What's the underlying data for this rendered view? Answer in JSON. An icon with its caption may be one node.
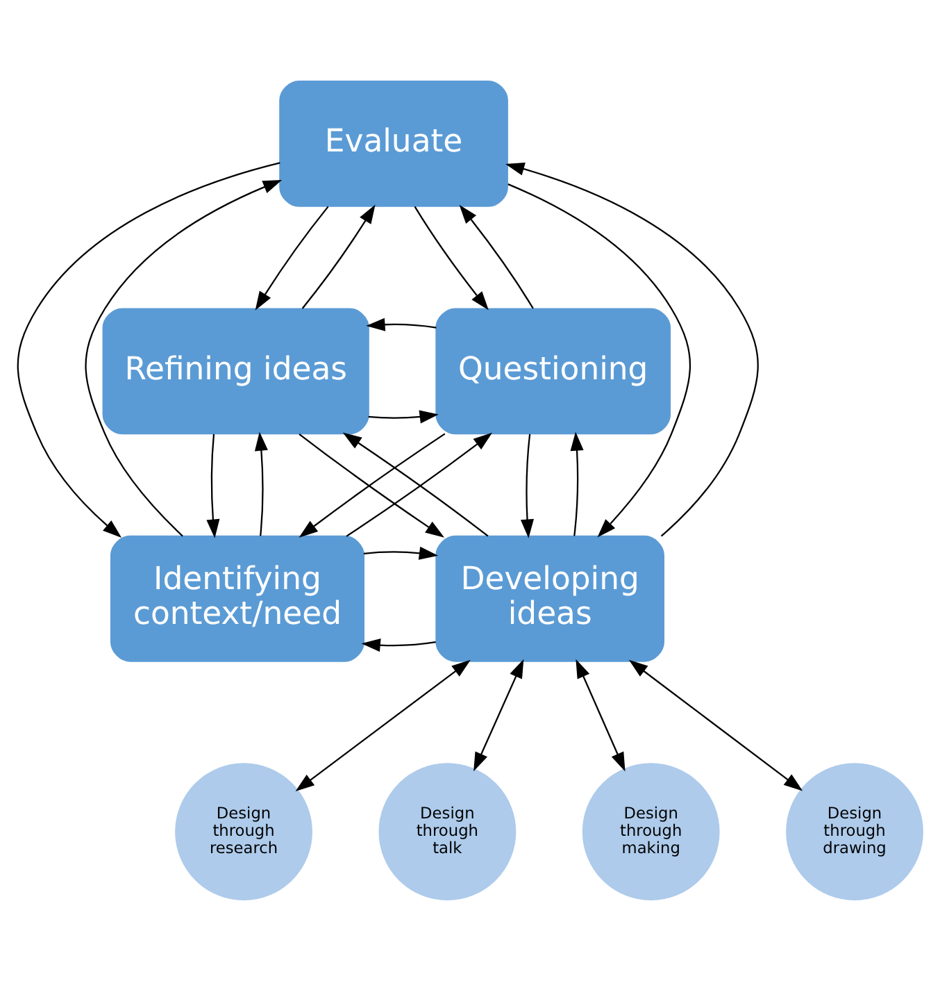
{
  "diagram": {
    "nodes": [
      {
        "text": [
          "Evaluate"
        ]
      },
      {
        "text": [
          "Refining ideas"
        ]
      },
      {
        "text": [
          "Questioning"
        ]
      },
      {
        "text": [
          "Identifying context/need"
        ]
      },
      {
        "text": [
          "Developing ideas"
        ]
      },
      {
        "text": [
          "Design through research"
        ]
      },
      {
        "text": [
          "Design through talk"
        ]
      },
      {
        "text": [
          "Design through making"
        ]
      },
      {
        "text": [
          "Design through drawing"
        ]
      }
    ],
    "edges": [
      {
        "from": 1,
        "to": 0,
        "arrow": "to"
      },
      {
        "from": 0,
        "to": 1,
        "arrow": "to"
      },
      {
        "from": 3,
        "to": 0,
        "arrow": "to"
      },
      {
        "from": 0,
        "to": 3,
        "arrow": "to"
      },
      {
        "from": 0,
        "to": 4,
        "arrow": "to"
      },
      {
        "from": 4,
        "to": 0,
        "arrow": "to"
      },
      {
        "from": 0,
        "to": 2,
        "arrow": "to"
      },
      {
        "from": 2,
        "to": 0,
        "arrow": "to"
      },
      {
        "from": 1,
        "to": 2,
        "arrow": "to"
      },
      {
        "from": 2,
        "to": 1,
        "arrow": "to"
      },
      {
        "from": 3,
        "to": 1,
        "arrow": "to"
      },
      {
        "from": 1,
        "to": 3,
        "arrow": "to"
      },
      {
        "from": 1,
        "to": 4,
        "arrow": "to"
      },
      {
        "from": 4,
        "to": 1,
        "arrow": "to"
      },
      {
        "from": 3,
        "to": 2,
        "arrow": "to"
      },
      {
        "from": 2,
        "to": 3,
        "arrow": "to"
      },
      {
        "from": 2,
        "to": 4,
        "arrow": "to"
      },
      {
        "from": 4,
        "to": 2,
        "arrow": "to"
      },
      {
        "from": 4,
        "to": 3,
        "arrow": "to"
      },
      {
        "from": 3,
        "to": 4,
        "arrow": "to"
      },
      {
        "from": 4,
        "to": 5,
        "arrow": "both"
      },
      {
        "from": 4,
        "to": 6,
        "arrow": "both"
      },
      {
        "from": 4,
        "to": 7,
        "arrow": "both"
      },
      {
        "from": 4,
        "to": 8,
        "arrow": "both"
      }
    ]
  }
}
